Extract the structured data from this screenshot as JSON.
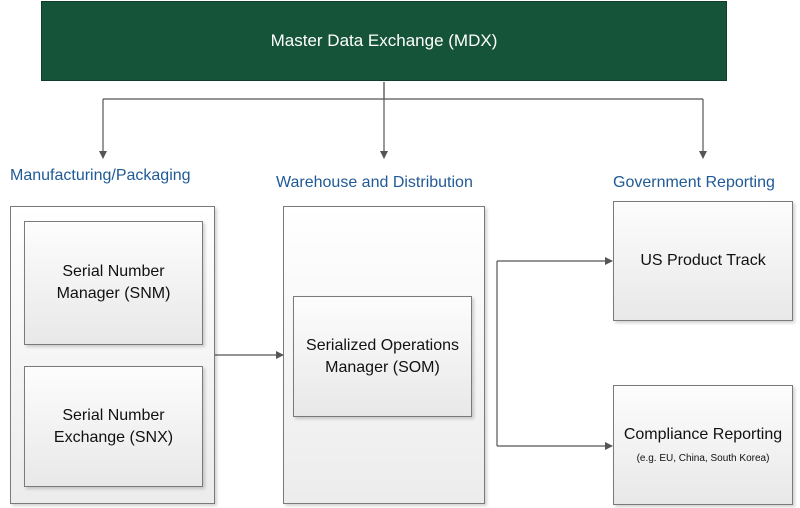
{
  "header": {
    "title": "Master Data Exchange (MDX)"
  },
  "sections": {
    "manufacturing": "Manufacturing/Packaging",
    "warehouse": "Warehouse and Distribution",
    "government": "Government Reporting"
  },
  "nodes": {
    "snm": {
      "line1": "Serial Number",
      "line2": "Manager (SNM)"
    },
    "snx": {
      "line1": "Serial Number",
      "line2": "Exchange (SNX)"
    },
    "som": {
      "line1": "Serialized Operations",
      "line2": "Manager (SOM)"
    },
    "us_track": {
      "label": "US Product Track"
    },
    "compliance": {
      "label": "Compliance Reporting",
      "sub": "(e.g. EU, China, South Korea)"
    }
  },
  "colors": {
    "header_bg": "#16543a",
    "section_title": "#1f5a96",
    "connector": "#555555"
  }
}
